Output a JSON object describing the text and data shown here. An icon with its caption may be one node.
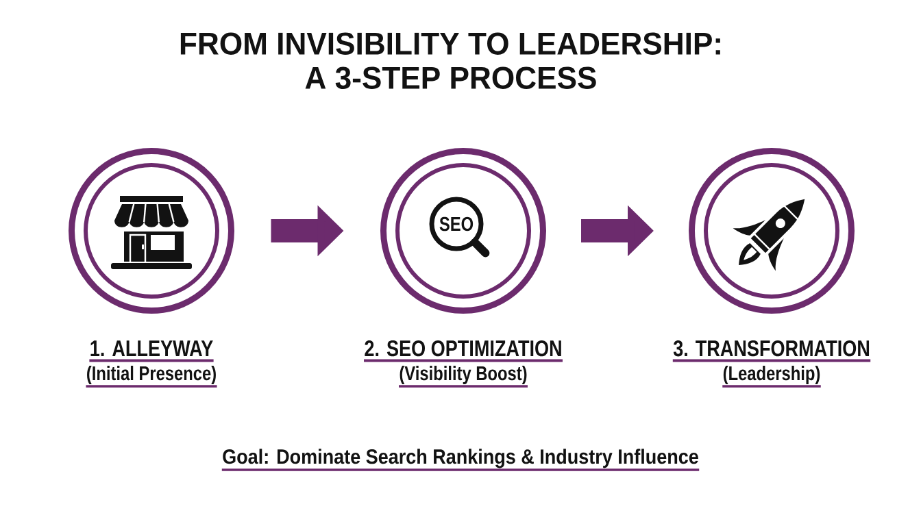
{
  "diagram": {
    "title": "FROM INVISIBILITY TO LEADERSHIP: A 3-STEP PROCESS",
    "nodes": [
      {
        "text": [
          "1. ALLEYWAY",
          "(Initial Presence)"
        ]
      },
      {
        "text": [
          "2. SEO OPTIMIZATION",
          "(Visibility Boost)"
        ]
      },
      {
        "text": [
          "3. TRANSFORMATION",
          "(Leadership)"
        ]
      }
    ],
    "edges": [
      {
        "from": 0,
        "to": 1,
        "arrow": "to"
      },
      {
        "from": 1,
        "to": 2,
        "arrow": "to"
      }
    ],
    "labels": [
      "SEO",
      "Goal: Dominate Search Rankings & Industry Influence"
    ]
  }
}
